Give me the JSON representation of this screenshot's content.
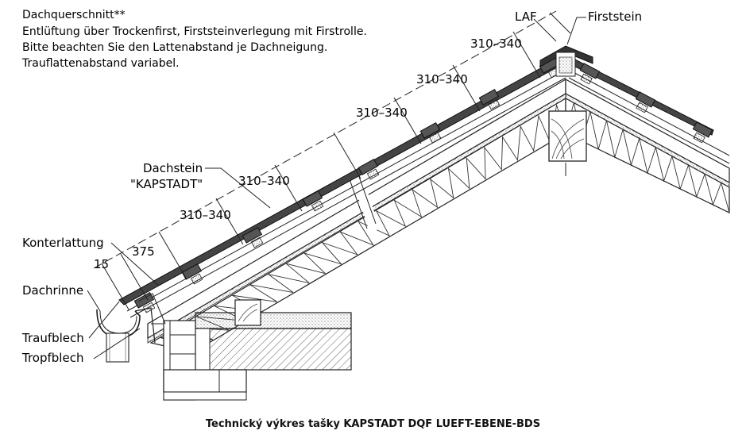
{
  "notes": {
    "title": "Dachquerschnitt**",
    "line1": "Entlüftung über Trockenfirst, Firststeinverlegung mit Firstrolle.",
    "line2": "Bitte beachten Sie den Lattenabstand je Dachneigung.",
    "line3": "Trauflattenabstand variabel."
  },
  "labels": {
    "laf": "LAF",
    "firststein": "Firststein",
    "dachstein": "Dachstein",
    "kapstadt": "\"KAPSTADT\"",
    "konterlattung": "Konterlattung",
    "dachrinne": "Dachrinne",
    "traufblech": "Traufblech",
    "tropfblech": "Tropfblech"
  },
  "dimensions": {
    "d15": "15",
    "d375": "375",
    "d310_1": "310–340",
    "d310_2": "310–340",
    "d310_3": "310–340",
    "d310_4": "310–340",
    "d310_5": "310–340"
  },
  "caption": "Technický výkres tašky KAPSTADT DQF LUEFT-EBENE-BDS"
}
